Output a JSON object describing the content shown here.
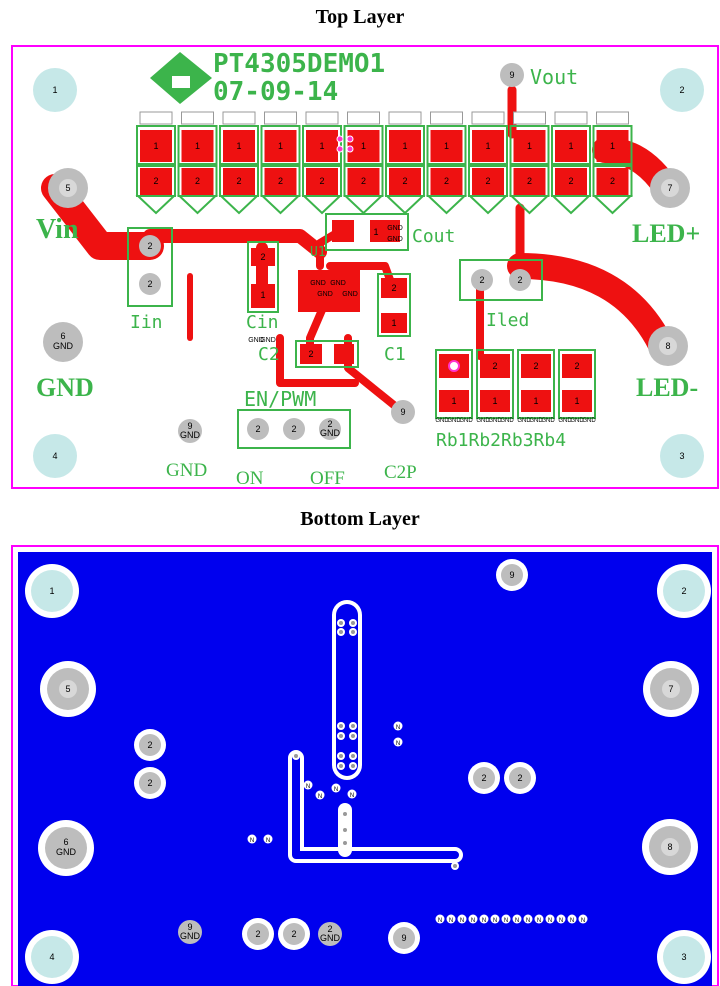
{
  "top_caption": "Top Layer",
  "bottom_caption": "Bottom Layer",
  "board": {
    "title": "PT4305DEMO1",
    "date": "07-09-14"
  },
  "labels": {
    "vout": "Vout",
    "vin": "Vin",
    "gnd_big": "GND",
    "gnd_small": "GND",
    "led_plus": "LED+",
    "led_minus": "LED-",
    "cout": "Cout",
    "iin": "Iin",
    "iled": "Iled",
    "cin": "Cin",
    "c1": "C1",
    "c2": "C2",
    "u1": "U1",
    "en_pwm": "EN/PWM",
    "on": "ON",
    "off": "OFF",
    "c2p": "C2P",
    "rb": "Rb1Rb2Rb3Rb4"
  },
  "pad_texts": {
    "p1": "1",
    "p2": "2",
    "p3": "3",
    "p4": "4",
    "p5": "5",
    "p6": "6",
    "p7": "7",
    "p8": "8",
    "p9": "9",
    "gnd": "GND",
    "n": "N"
  },
  "colors": {
    "board_outline": "#ff00ff",
    "copper_top": "#ee1111",
    "silkscreen": "#3cb44b",
    "copper_bottom": "#0000ee",
    "mount_hole": "#c6e8e8",
    "pad_grey": "#bdbdbd"
  }
}
